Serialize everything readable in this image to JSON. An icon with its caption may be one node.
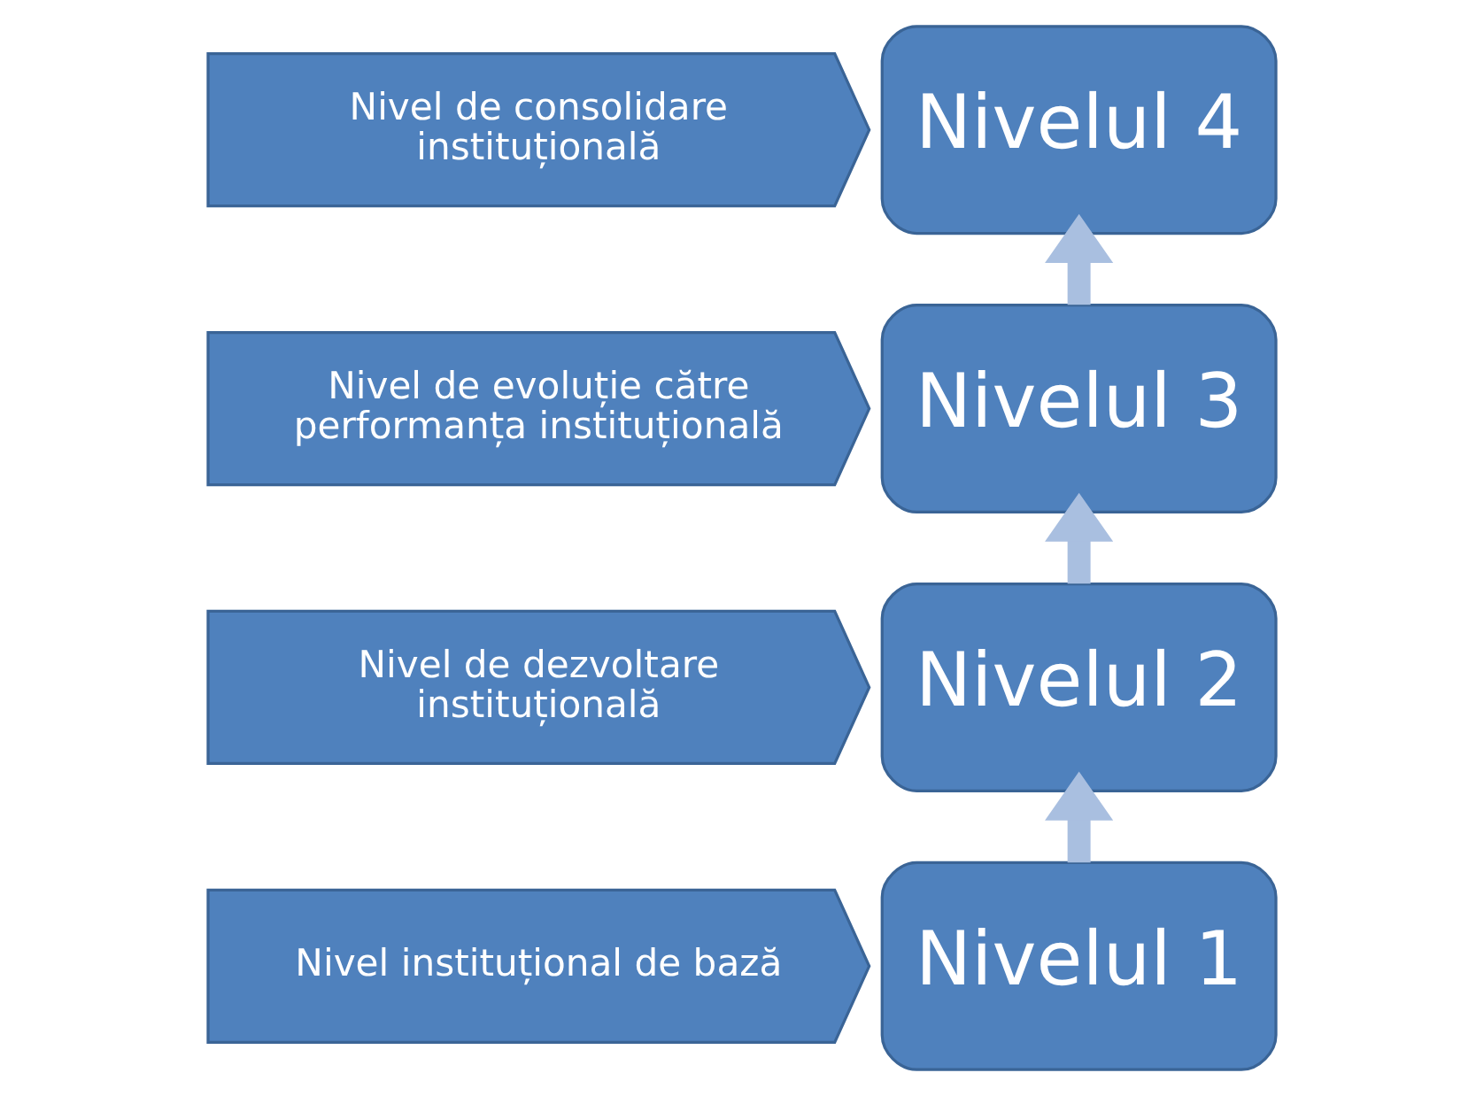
{
  "diagram": {
    "nodes": [
      {
        "text": [
          "Nivel de consolidare instituțională"
        ]
      },
      {
        "text": [
          "Nivelul 4"
        ]
      },
      {
        "text": [
          "Nivel de evoluție către performanța instituțională"
        ]
      },
      {
        "text": [
          "Nivelul 3"
        ]
      },
      {
        "text": [
          "Nivel de dezvoltare instituțională"
        ]
      },
      {
        "text": [
          "Nivelul 2"
        ]
      },
      {
        "text": [
          "Nivel instituțional de bază"
        ]
      },
      {
        "text": [
          "Nivelul 1"
        ]
      }
    ],
    "edges": [
      {
        "from": 7,
        "to": 5,
        "arrow": "to"
      },
      {
        "from": 5,
        "to": 3,
        "arrow": "to"
      },
      {
        "from": 3,
        "to": 1,
        "arrow": "to"
      }
    ]
  }
}
